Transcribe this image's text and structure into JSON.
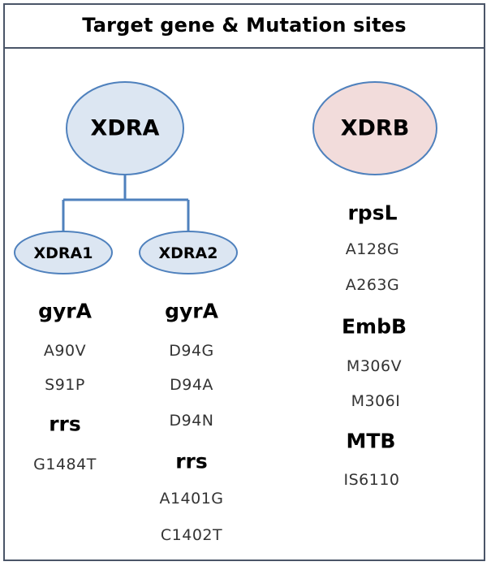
{
  "title": "Target gene  & Mutation sites",
  "nodes": {
    "xdra": "XDRA",
    "xdrb": "XDRB",
    "xdra1": "XDRA1",
    "xdra2": "XDRA2"
  },
  "colors": {
    "blue_fill": "#dce6f2",
    "blue_stroke": "#4f81bd",
    "pink_fill": "#f2dcdb",
    "pink_stroke": "#4f81bd",
    "connector": "#4f81bd"
  },
  "xdra1": {
    "gene1": "gyrA",
    "gene1_sites": [
      "A90V",
      "S91P"
    ],
    "gene2": "rrs",
    "gene2_sites": [
      "G1484T"
    ]
  },
  "xdra2": {
    "gene1": "gyrA",
    "gene1_sites": [
      "D94G",
      "D94A",
      "D94N"
    ],
    "gene2": "rrs",
    "gene2_sites": [
      "A1401G",
      "C1402T"
    ]
  },
  "xdrb": {
    "gene1": "rpsL",
    "gene1_sites": [
      "A128G",
      "A263G"
    ],
    "gene2": "EmbB",
    "gene2_sites": [
      "M306V",
      "M306I"
    ],
    "gene3": "MTB",
    "gene3_sites": [
      "IS6110"
    ]
  }
}
